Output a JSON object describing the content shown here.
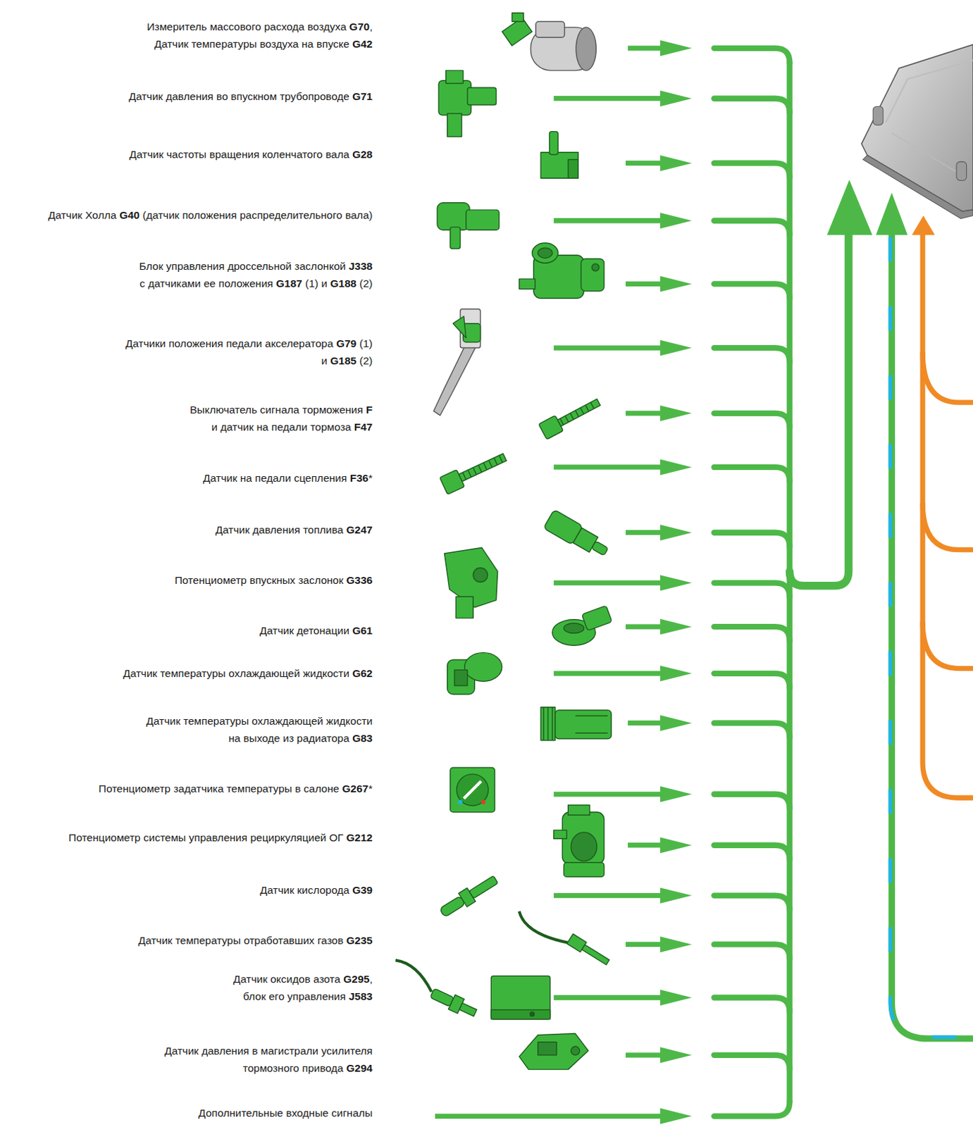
{
  "diagram": {
    "labels": [
      "Измеритель массового расхода воздуха G70, Датчик температуры воздуха на впуске G42",
      "Датчик давления во впускном трубопроводе G71",
      "Датчик частоты вращения коленчатого вала G28",
      "Датчик Холла G40 (датчик положения распределительного вала)",
      "Блок управления дроссельной заслонкой J338 с датчиками ее положения G187 (1) и G188 (2)",
      "Датчики положения педали акселератора G79 (1) и G185 (2)",
      "Выключатель сигнала торможения F и датчик на педали тормоза F47",
      "Датчик на педали сцепления F36*",
      "Датчик давления топлива G247",
      "Потенциометр впускных заслонок G336",
      "Датчик детонации G61",
      "Датчик температуры охлаждающей жидкости G62",
      "Датчик температуры охлаждающей жидкости на выходе из радиатора G83",
      "Потенциометр задатчика температуры в салоне G267*",
      "Потенциометр системы управления рециркуляцией ОГ G212",
      "Датчик кислорода G39",
      "Датчик температуры отработавших газов G235",
      "Датчик оксидов азота G295, блок его управления J583",
      "Датчик давления в магистрали усилителя тормозного привода G294",
      "Дополнительные входные сигналы"
    ]
  }
}
